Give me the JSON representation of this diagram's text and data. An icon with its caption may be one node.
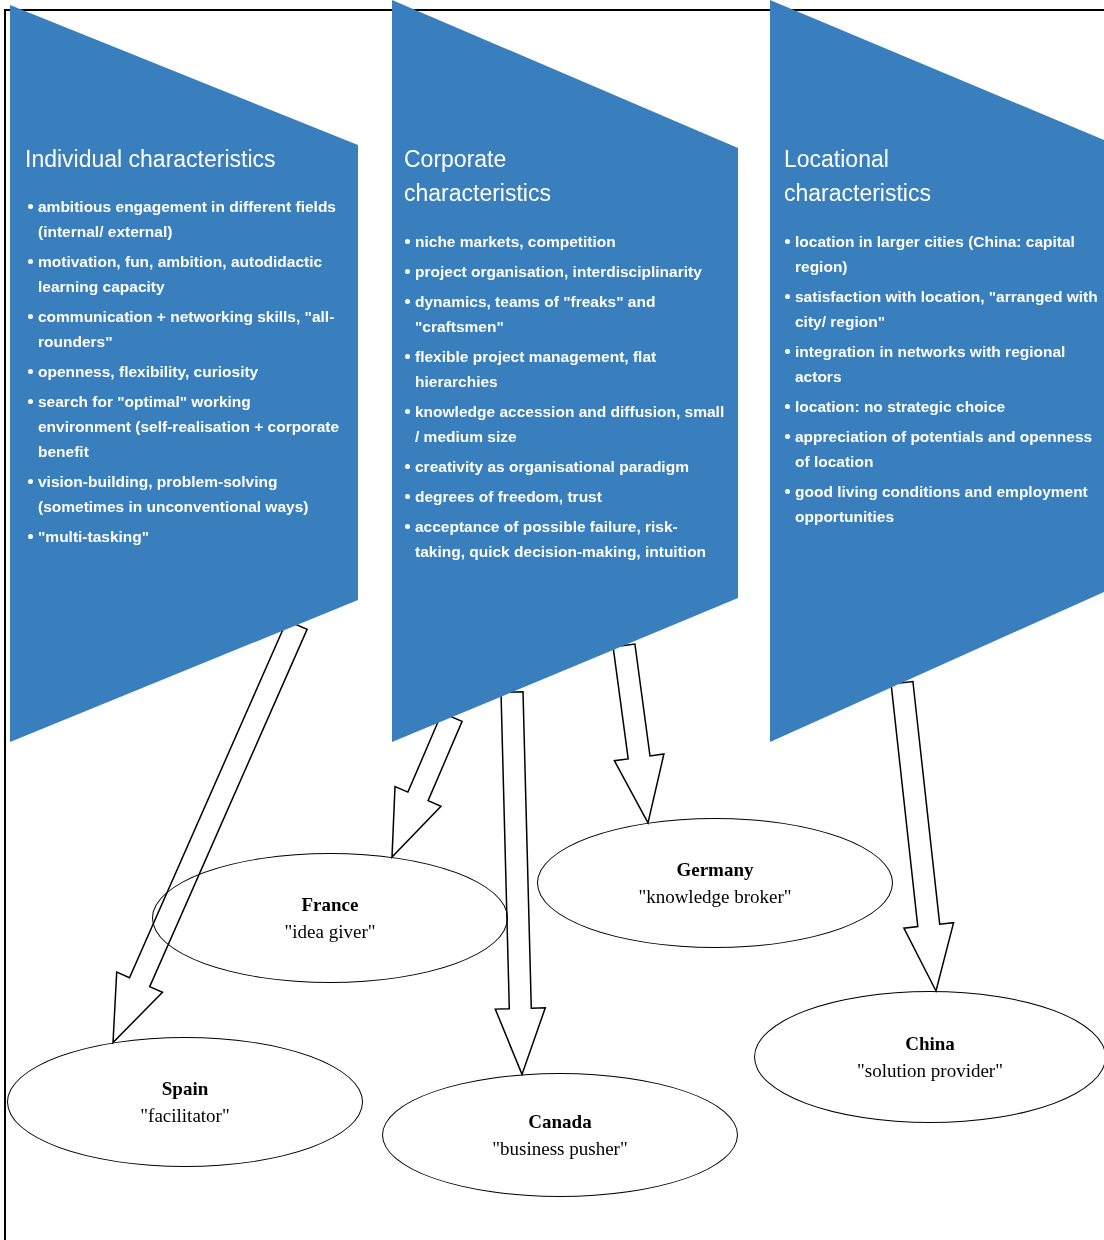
{
  "diagram": {
    "nodes": [
      {
        "text": [
          "Individual characteristics",
          "ambitious engagement in different fields (internal/ external)",
          "motivation, fun, ambition, autodidactic learning capacity",
          "communication + networking skills, \"all-rounders\"",
          "openness, flexibility, curiosity",
          "search for \"optimal\" working environment (self-realisation + corporate benefit",
          "vision-building, problem-solving (sometimes in unconventional ways)",
          "\"multi-tasking\""
        ]
      },
      {
        "text": [
          "Corporate characteristics",
          "niche markets, competition",
          "project organisation, interdisciplinarity",
          "dynamics,  teams of \"freaks\" and \"craftsmen\"",
          "flexible project management, flat hierarchies",
          "knowledge accession and diffusion, small / medium size",
          "creativity as organisational paradigm",
          "degrees of freedom, trust",
          "acceptance of possible failure, risk-taking, quick decision-making, intuition"
        ]
      },
      {
        "text": [
          "Locational characteristics",
          "location in larger cities (China: capital region)",
          "satisfaction with location, \"arranged with city/ region\"",
          "integration in networks with regional actors",
          "location: no strategic choice",
          "appreciation of potentials and openness of location",
          "good living conditions and employment opportunities"
        ]
      },
      {
        "text": [
          "Germany",
          "\"knowledge broker\""
        ]
      },
      {
        "text": [
          "France",
          "\"idea giver\""
        ]
      },
      {
        "text": [
          "China",
          "\"solution provider\""
        ]
      },
      {
        "text": [
          "Spain",
          "\"facilitator\""
        ]
      },
      {
        "text": [
          "Canada",
          "\"business pusher\""
        ]
      }
    ],
    "edges": [
      {
        "from": 0,
        "to": 6,
        "arrow": "to"
      },
      {
        "from": 1,
        "to": 4,
        "arrow": "to"
      },
      {
        "from": 1,
        "to": 7,
        "arrow": "to"
      },
      {
        "from": 1,
        "to": 3,
        "arrow": "to"
      },
      {
        "from": 2,
        "to": 5,
        "arrow": "to"
      }
    ]
  }
}
